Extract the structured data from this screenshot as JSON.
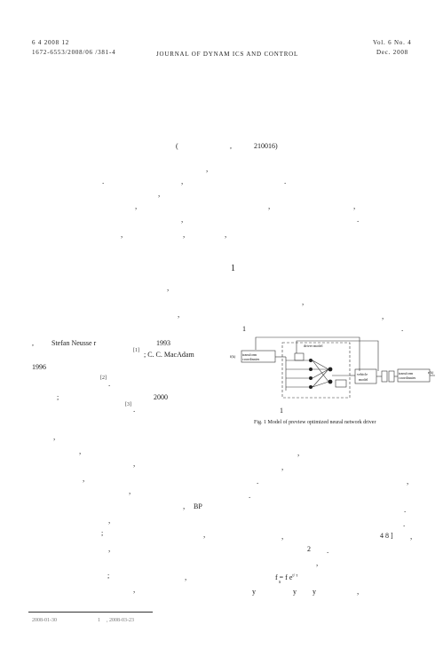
{
  "header": {
    "left_line1": "6      4    2008     12",
    "left_line2": "1672-6553/2008/06    /381-4",
    "center": "JOURNAL OF DYNAM ICS AND CONTROL",
    "right_line1": "Vol. 6 No. 4",
    "right_line2": "Dec.  2008"
  },
  "affiliation": {
    "open": "(",
    "comma": ",",
    "code": "210016)"
  },
  "section_number": "1",
  "body": {
    "neusser": "Stefan Neusse r",
    "y1993": "1993",
    "ref1_mark": "[1]",
    "macadam": "; C.  C.  MacAdam",
    "y1996": "1996",
    "ref2_mark": "[2]",
    "semicolon": ";",
    "y2000": "2000",
    "ref3_mark": "[3]",
    "bp": "BP",
    "fig_ref_num": "1",
    "two": "2",
    "ref_range": "4   8   ]",
    "formula": "f     =  f     e",
    "formula_sub": "s",
    "formula_sup": "t/ τ",
    "y_line_a": "y",
    "y_line_b": "y",
    "y_line_c": "y"
  },
  "figure": {
    "input_label": "f(k)",
    "input_box_1": "transform",
    "input_box_2": "coordinates",
    "driver_model": "driver model",
    "vehicle_1": "vehicle",
    "vehicle_2": "model",
    "output_box_1": "transform",
    "output_box_2": "coordinates",
    "output_label": "r(k)",
    "number": "1",
    "caption": "Fig. 1    Model of preview optimized neural network driver"
  },
  "footnote": {
    "date": "2008-01-30",
    "mark": "1",
    "date2": ", 2008-03-23"
  }
}
